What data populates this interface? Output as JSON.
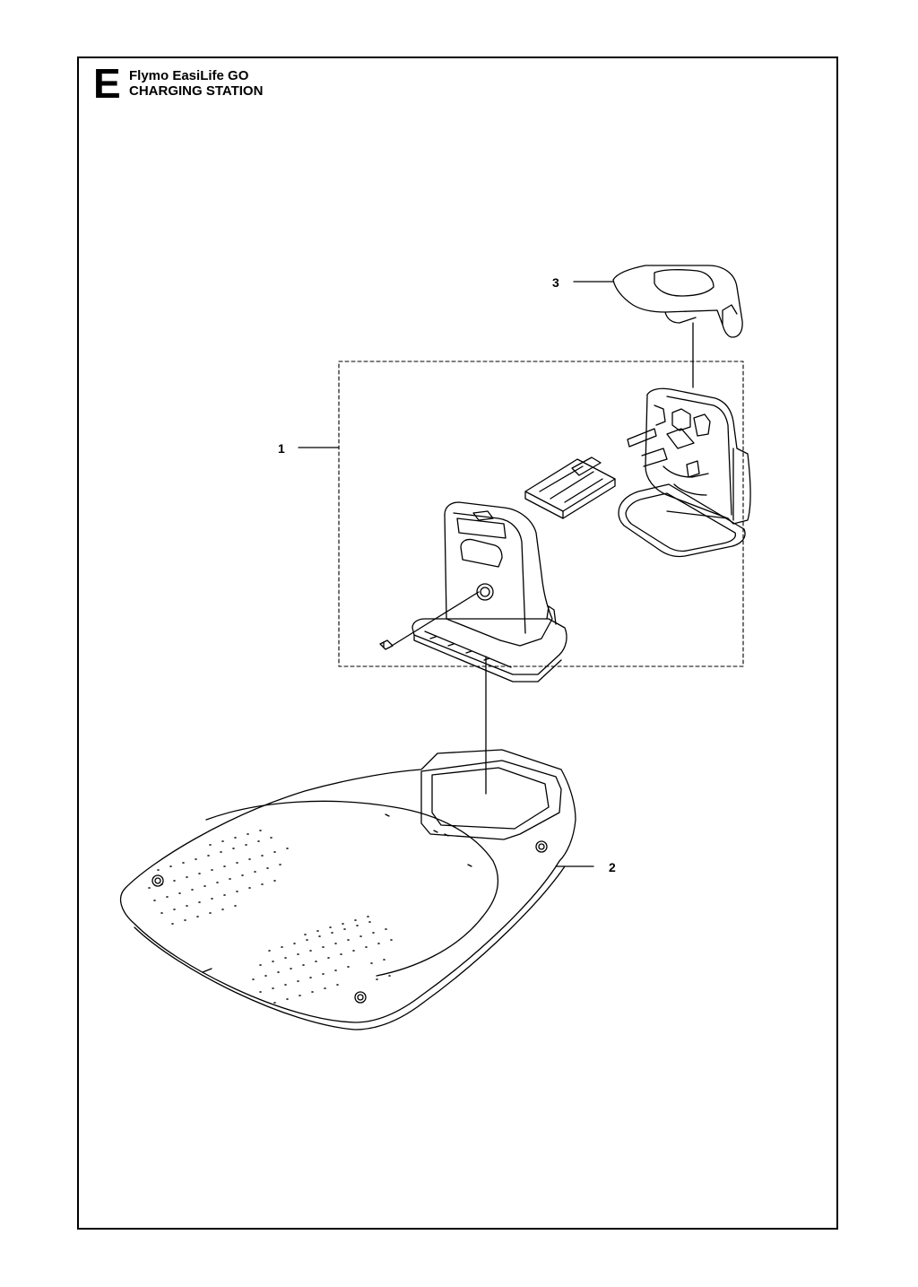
{
  "header": {
    "section_letter": "E",
    "model": "Flymo EasiLife GO",
    "assembly": "CHARGING STATION"
  },
  "callouts": [
    {
      "number": "1",
      "part": "charging-station-assembly"
    },
    {
      "number": "2",
      "part": "base-plate"
    },
    {
      "number": "3",
      "part": "top-cover"
    }
  ],
  "colors": {
    "line": "#000000",
    "background": "#ffffff"
  }
}
